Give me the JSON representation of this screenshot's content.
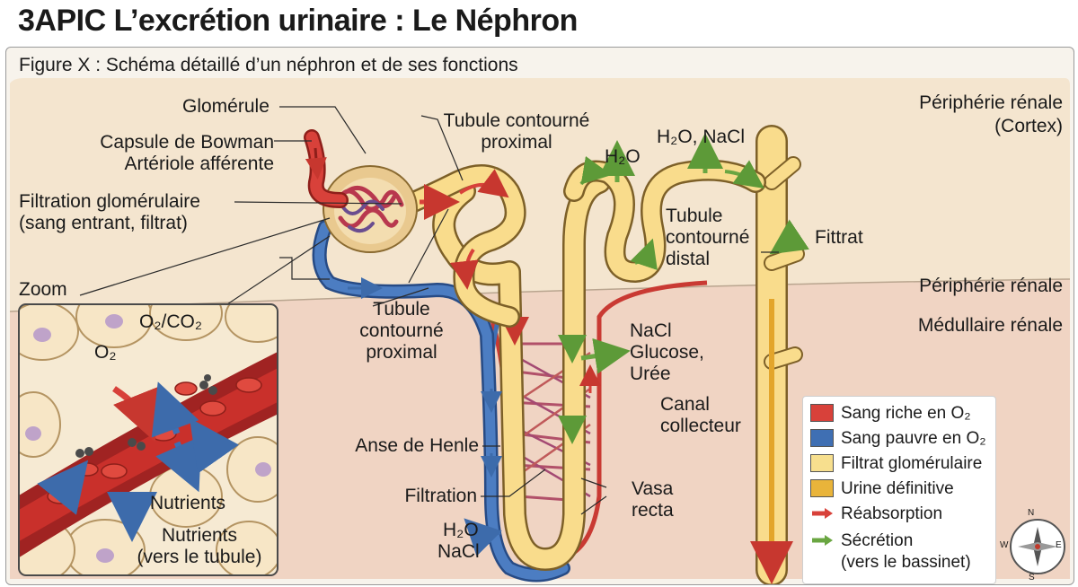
{
  "title": "3APIC L’excrétion urinaire : Le Néphron",
  "subtitle": "Figure X : Schéma détaillé d’un néphron et de ses fonctions",
  "labels": {
    "glomerule": "Glomérule",
    "capsule": "Capsule de Bowman",
    "arteriole": "Artériole afférente",
    "filtration_1": "Filtration glomérulaire",
    "filtration_2": "(sang entrant, filtrat)",
    "zoom": "Zoom",
    "o2co2": "O₂/CO₂",
    "o2": "O₂",
    "nutrients": "Nutrients",
    "nutrients_2": "Nutrients",
    "nutrients_3": "(vers le tubule)",
    "tcp_top_1": "Tubule contourné",
    "tcp_top_2": "proximal",
    "tcp_mid_1": "Tubule",
    "tcp_mid_2": "contourné",
    "tcp_mid_3": "proximal",
    "h2o_top": "H₂O",
    "h2o_nacl_top": "H₂O, NaCl",
    "tcd_1": "Tubule",
    "tcd_2": "contourné",
    "tcd_3": "distal",
    "fittrat": "Fittrat",
    "cortex_1": "Périphérie rénale",
    "cortex_2": "(Cortex)",
    "peripherie": "Périphérie rénale",
    "medullaire": "Médullaire rénale",
    "nacl_1": "NaCl",
    "nacl_2": "Glucose,",
    "nacl_3": "Urée",
    "canal_1": "Canal",
    "canal_2": "collecteur",
    "anse": "Anse de Henle",
    "filtration": "Filtration",
    "vasa_1": "Vasa",
    "vasa_2": "recta",
    "h2o_bottom": "H₂O",
    "nacl_bottom": "NaCl"
  },
  "legend": [
    {
      "text": "Sang riche en O₂",
      "color": "#d8413a",
      "kind": "swatch"
    },
    {
      "text": "Sang pauvre en O₂",
      "color": "#3f6fb3",
      "kind": "swatch"
    },
    {
      "text": "Filtrat glomérulaire",
      "color": "#f7df8e",
      "kind": "swatch"
    },
    {
      "text": "Urine définitive",
      "color": "#e9b43a",
      "kind": "swatch"
    },
    {
      "text": "Réabsorption",
      "color": "#d8413a",
      "kind": "arrow"
    },
    {
      "text": "Sécrétion",
      "color": "#6aa642",
      "kind": "arrow"
    },
    {
      "text": "(vers le bassinet)",
      "color": "",
      "kind": "text"
    }
  ],
  "compass": {
    "n": "N",
    "s": "S",
    "e": "E",
    "w": "W"
  },
  "colors": {
    "artery": "#d8413a",
    "vein": "#3f6fb3",
    "filtrate": "#f7df8e",
    "urine": "#e9b43a",
    "secretion": "#6aa642",
    "cortex_bg": "#f4e5cf",
    "medulla_bg": "#f0d4c3"
  }
}
